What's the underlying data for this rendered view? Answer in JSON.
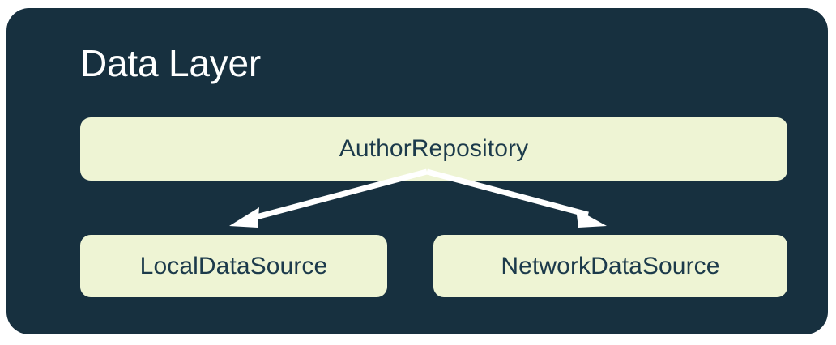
{
  "diagram": {
    "title": "Data Layer",
    "type": "architecture-layer-diagram",
    "panel_color": "#17303F",
    "node_fill_color": "#EEF4D4",
    "node_text_color": "#1C3A4B",
    "title_color": "#FFFFFF",
    "edge_color": "#FFFFFF",
    "nodes": [
      {
        "id": "author-repository",
        "label": "AuthorRepository",
        "role": "repository"
      },
      {
        "id": "local-data-source",
        "label": "LocalDataSource",
        "role": "data-source"
      },
      {
        "id": "network-data-source",
        "label": "NetworkDataSource",
        "role": "data-source"
      }
    ],
    "edges": [
      {
        "from": "author-repository",
        "to": "local-data-source",
        "style": "solid-arrow"
      },
      {
        "from": "author-repository",
        "to": "network-data-source",
        "style": "solid-arrow"
      }
    ]
  }
}
